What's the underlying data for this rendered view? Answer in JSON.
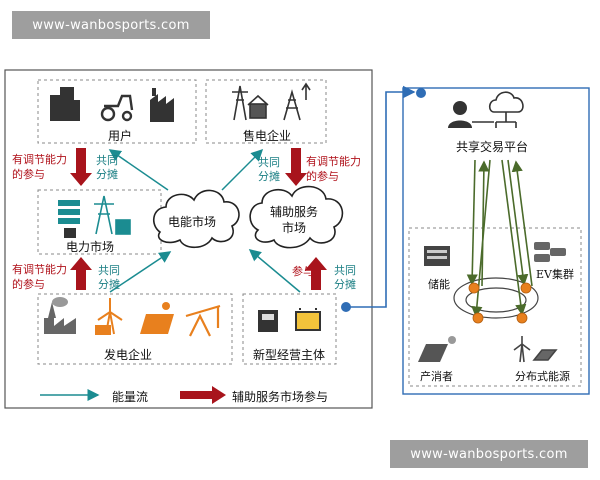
{
  "watermark": {
    "top": "www-wanbosports.com",
    "bottom": "www-wanbosports.com"
  },
  "colors": {
    "teal": "#1b8c91",
    "red": "#a8141c",
    "blue": "#2f6db5",
    "green": "#4b6b2b",
    "orange": "#e8801e"
  },
  "nodes": {
    "users": "用户",
    "retail": "售电企业",
    "power_market": "电力市场",
    "energy_market": "电能市场",
    "aux_market": "辅助服务\n市场",
    "generation": "发电企业",
    "new_entity": "新型经营主体",
    "sharing_platform": "共享交易平台",
    "storage": "储能",
    "ev": "EV集群",
    "prosumer": "产消者",
    "distributed": "分布式能源"
  },
  "arrow_labels": {
    "regulation_left_top": "有调节能力\n的参与",
    "shared_left_top": "共同\n分摊",
    "shared_right_top": "共同\n分摊",
    "regulation_right_top": "有调节能力\n的参与",
    "regulation_left_bottom": "有调节能力\n的参与",
    "shared_left_bottom": "共同\n分摊",
    "participate": "参与",
    "shared_right_bottom": "共同\n分摊"
  },
  "legend": {
    "energy_flow": "能量流",
    "aux_participation": "辅助服务市场参与"
  }
}
